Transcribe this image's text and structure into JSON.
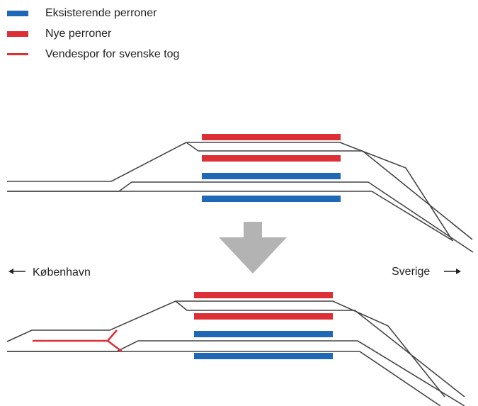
{
  "legend": [
    {
      "label": "Eksisterende perroner",
      "kind": "bar",
      "color": "#1f68b5"
    },
    {
      "label": "Nye perroner",
      "kind": "bar",
      "color": "#dd3036"
    },
    {
      "label": "Vendespor for svenske tog",
      "kind": "line",
      "color": "#dd3036"
    }
  ],
  "directions": {
    "left": {
      "label": "København",
      "arrow": "left-arrow-icon"
    },
    "right": {
      "label": "Sverige",
      "arrow": "right-arrow-icon"
    }
  },
  "colors": {
    "existing_platform": "#1f68b5",
    "new_platform": "#dd3036",
    "track": "#444444",
    "turnback_track": "#dd3036",
    "transition_arrow": "#b3b3b3"
  },
  "panels": [
    {
      "name": "current-layout",
      "platforms": [
        "new",
        "new",
        "existing",
        "existing"
      ],
      "has_turnback_track": false
    },
    {
      "name": "planned-layout",
      "platforms": [
        "new",
        "new",
        "existing",
        "existing"
      ],
      "has_turnback_track": true
    }
  ]
}
